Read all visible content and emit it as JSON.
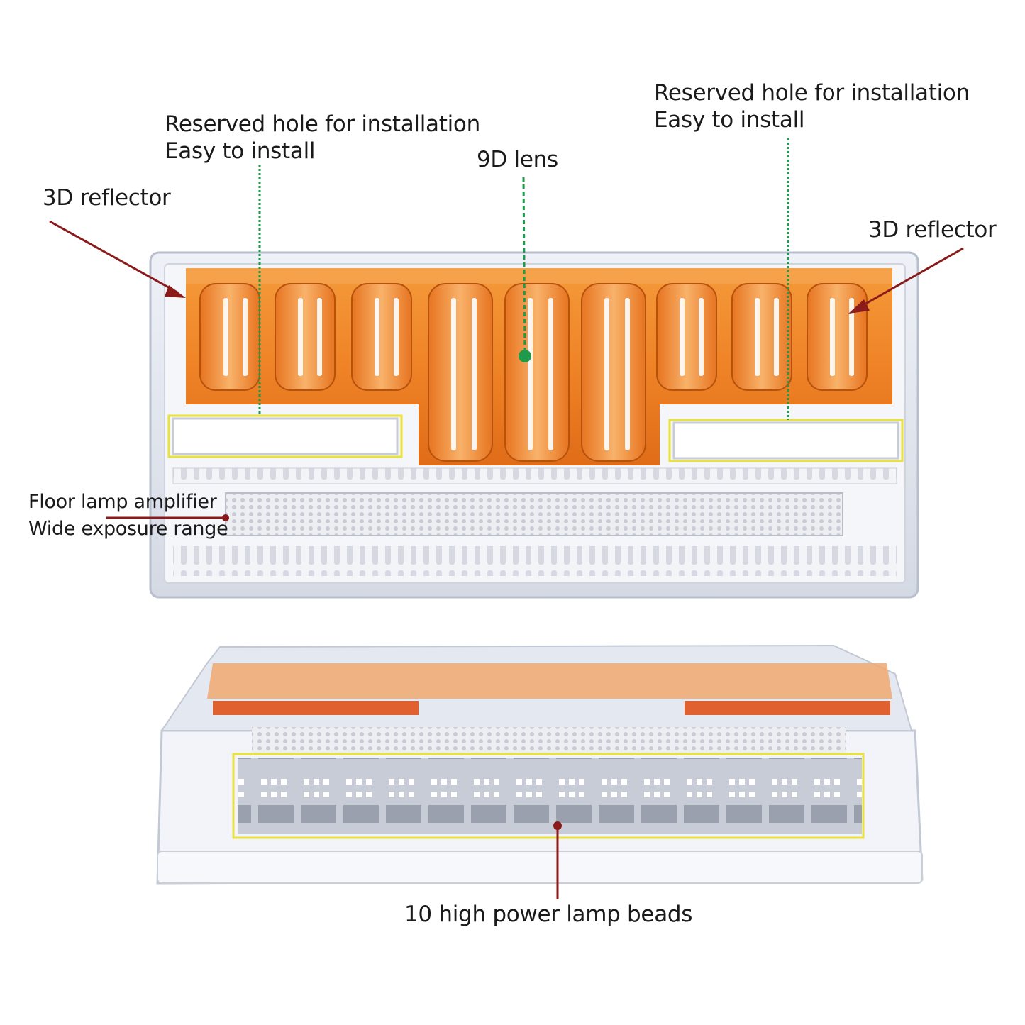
{
  "labels": {
    "hole_left_line1": "Reserved hole for installation",
    "hole_left_line2": "Easy to install",
    "hole_right_line1": "Reserved hole for installation",
    "hole_right_line2": "Easy to install",
    "lens": "9D lens",
    "reflector_left": "3D reflector",
    "reflector_right": "3D reflector",
    "floor_line1": "Floor lamp amplifier",
    "floor_line2": "Wide exposure range",
    "beads": "10 high power lamp beads"
  },
  "colors": {
    "amber": "#f08a28",
    "amber_dark": "#c65a10",
    "callout_dark_red": "#8b1a1a",
    "callout_green": "#1f9a4a",
    "highlight_yellow": "#e8e23a",
    "housing": "#d8dde8"
  }
}
